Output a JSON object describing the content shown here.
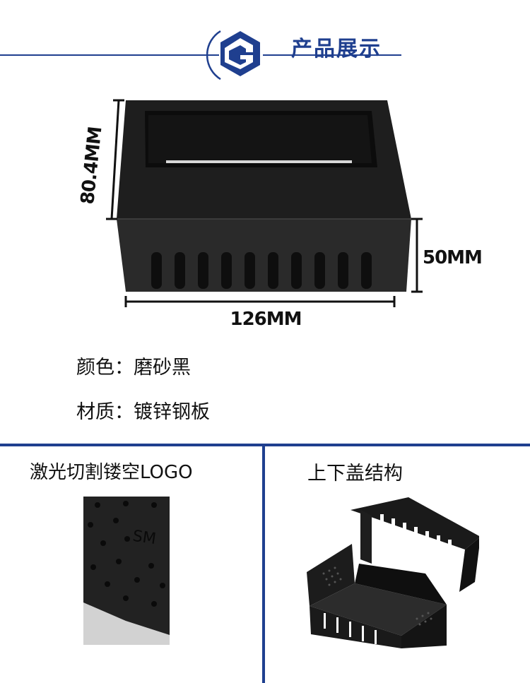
{
  "header": {
    "title": "产品展示",
    "accent_color": "#1f3f8f",
    "logo_icon": "g-logo-icon"
  },
  "dimensions": {
    "height_label": "80.4MM",
    "side_label": "50MM",
    "width_label": "126MM"
  },
  "specs": {
    "color_line": "颜色：磨砂黑",
    "material_line": "材质：镀锌钢板"
  },
  "panels": {
    "left_title": "激光切割镂空LOGO",
    "right_title": "上下盖结构",
    "left_logo_text": "SM"
  }
}
